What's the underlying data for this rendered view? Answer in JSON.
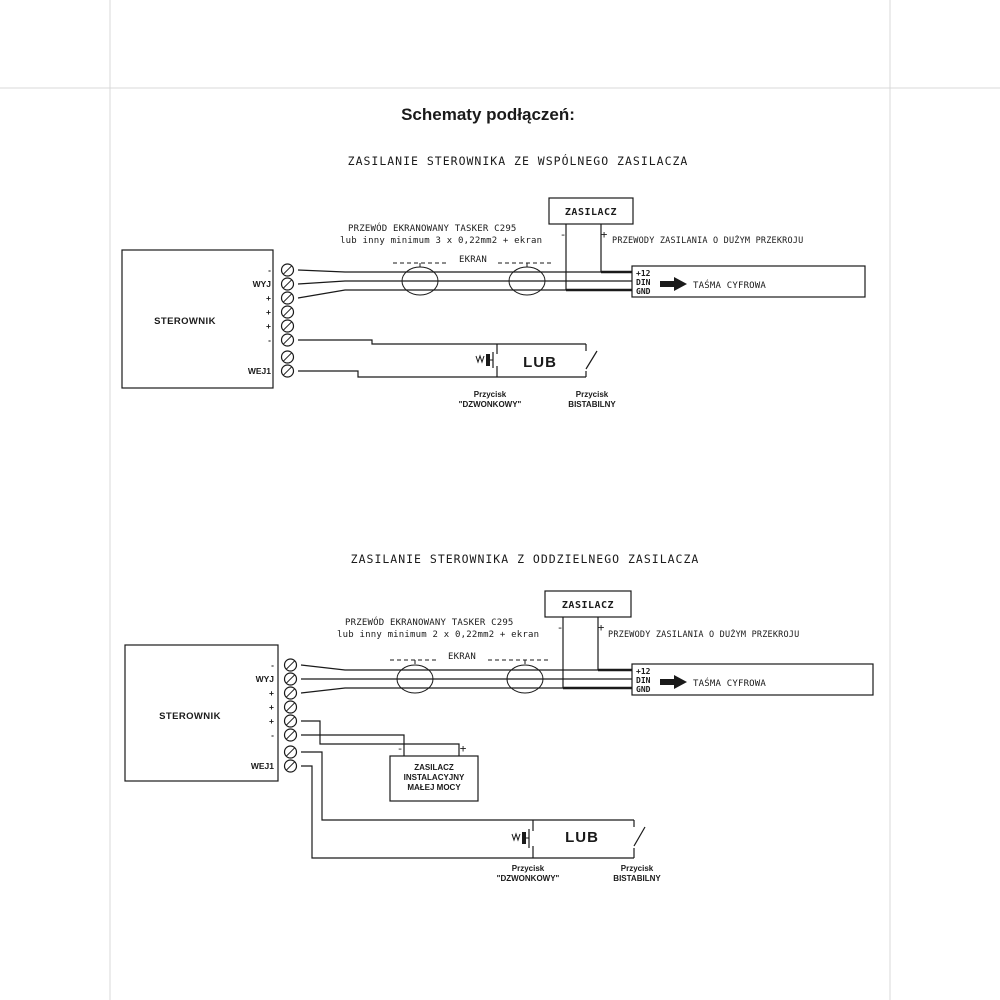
{
  "page": {
    "title": "Schematy podłączeń:"
  },
  "d1": {
    "header": "ZASILANIE STEROWNIKA ZE WSPÓLNEGO ZASILACZA",
    "psu": {
      "label": "ZASILACZ",
      "minus": "-",
      "plus": "+"
    },
    "cable_note1": "PRZEWÓD EKRANOWANY TASKER C295",
    "cable_note2": "lub inny minimum 3 x 0,22mm2 + ekran",
    "power_note": "PRZEWODY ZASILANIA O DUŻYM PRZEKROJU",
    "shield": "EKRAN",
    "controller": "STEROWNIK",
    "terminals": [
      "-",
      "WYJ",
      "+",
      "+",
      "+",
      "-",
      "",
      "WEJ1"
    ],
    "strip": {
      "r1": "+12",
      "r2": "DIN",
      "r3": "GND",
      "label": "TAŚMA CYFROWA"
    },
    "or": "LUB",
    "btn1a": "Przycisk",
    "btn1b": "\"DZWONKOWY\"",
    "btn2a": "Przycisk",
    "btn2b": "BISTABILNY"
  },
  "d2": {
    "header": "ZASILANIE STEROWNIKA Z ODDZIELNEGO ZASILACZA",
    "psu": {
      "label": "ZASILACZ",
      "minus": "-",
      "plus": "+"
    },
    "cable_note1": "PRZEWÓD EKRANOWANY TASKER C295",
    "cable_note2": "lub inny minimum 2 x 0,22mm2 + ekran",
    "power_note": "PRZEWODY ZASILANIA O DUŻYM PRZEKROJU",
    "shield": "EKRAN",
    "controller": "STEROWNIK",
    "terminals": [
      "-",
      "WYJ",
      "+",
      "+",
      "+",
      "-",
      "",
      "WEJ1"
    ],
    "aux_psu": {
      "line1": "ZASILACZ",
      "line2": "INSTALACYJNY",
      "line3": "MAŁEJ MOCY",
      "minus": "-",
      "plus": "+"
    },
    "strip": {
      "r1": "+12",
      "r2": "DIN",
      "r3": "GND",
      "label": "TAŚMA CYFROWA"
    },
    "or": "LUB",
    "btn1a": "Przycisk",
    "btn1b": "\"DZWONKOWY\"",
    "btn2a": "Przycisk",
    "btn2b": "BISTABILNY"
  }
}
